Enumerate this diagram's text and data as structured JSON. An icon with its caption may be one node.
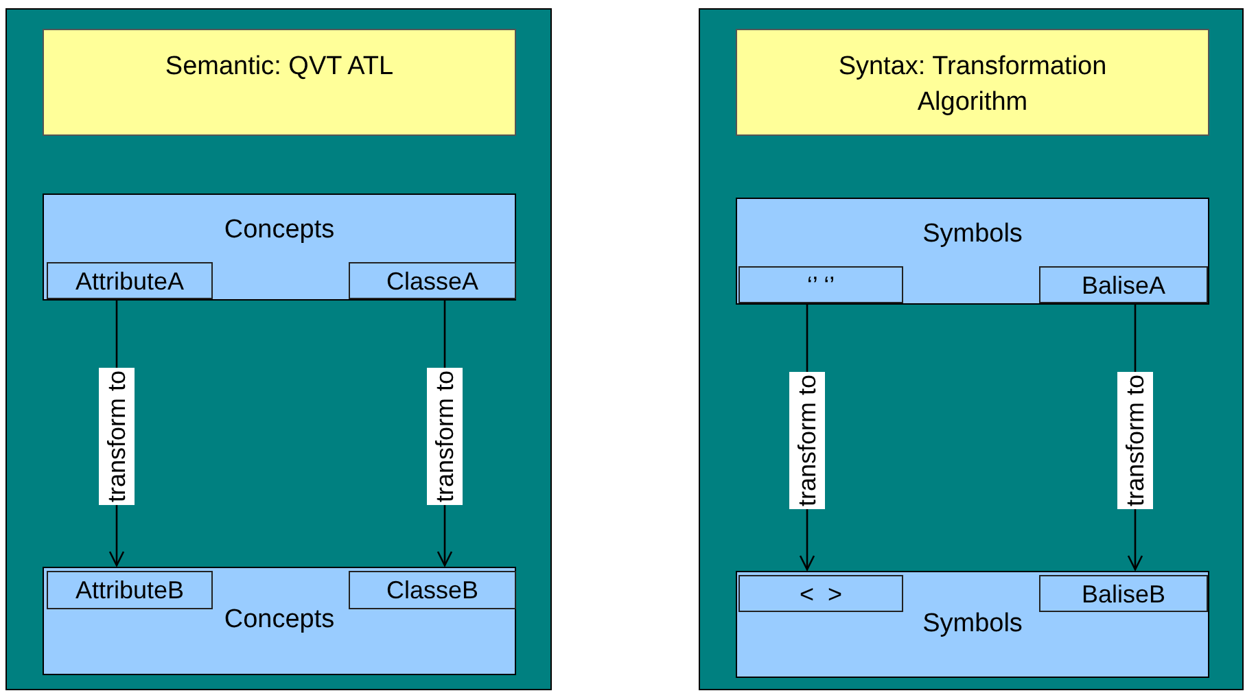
{
  "diagram": {
    "nodes": [
      {
        "text": [],
        "shape": "box"
      },
      {
        "text": [
          "Semantic: QVT ATL"
        ],
        "in": 0
      },
      {
        "text": [
          "Concepts"
        ],
        "in": 0
      },
      {
        "text": [
          "AttributeA"
        ],
        "in": 2
      },
      {
        "text": [
          "ClasseA"
        ],
        "in": 2
      },
      {
        "text": [
          "Concepts"
        ],
        "in": 0
      },
      {
        "text": [
          "AttributeB"
        ],
        "in": 5
      },
      {
        "text": [
          "ClasseB"
        ],
        "in": 5
      },
      {
        "text": [],
        "shape": "box"
      },
      {
        "text": [
          "Syntax: Transformation Algorithm"
        ],
        "in": 8
      },
      {
        "text": [
          "Symbols"
        ],
        "in": 8
      },
      {
        "text": [
          "‘’ ‘’"
        ],
        "in": 10
      },
      {
        "text": [
          "BaliseA"
        ],
        "in": 10
      },
      {
        "text": [
          "Symbols"
        ],
        "in": 8
      },
      {
        "text": [
          "<  >"
        ],
        "in": 13
      },
      {
        "text": [
          "BaliseB"
        ],
        "in": 13
      }
    ],
    "edges": [
      {
        "from": 3,
        "to": 6,
        "arrow": "to",
        "label": "transform to"
      },
      {
        "from": 4,
        "to": 7,
        "arrow": "to",
        "label": "transform to"
      },
      {
        "from": 11,
        "to": 14,
        "arrow": "to",
        "label": "transform to"
      },
      {
        "from": 12,
        "to": 15,
        "arrow": "to",
        "label": "transform to"
      }
    ]
  }
}
